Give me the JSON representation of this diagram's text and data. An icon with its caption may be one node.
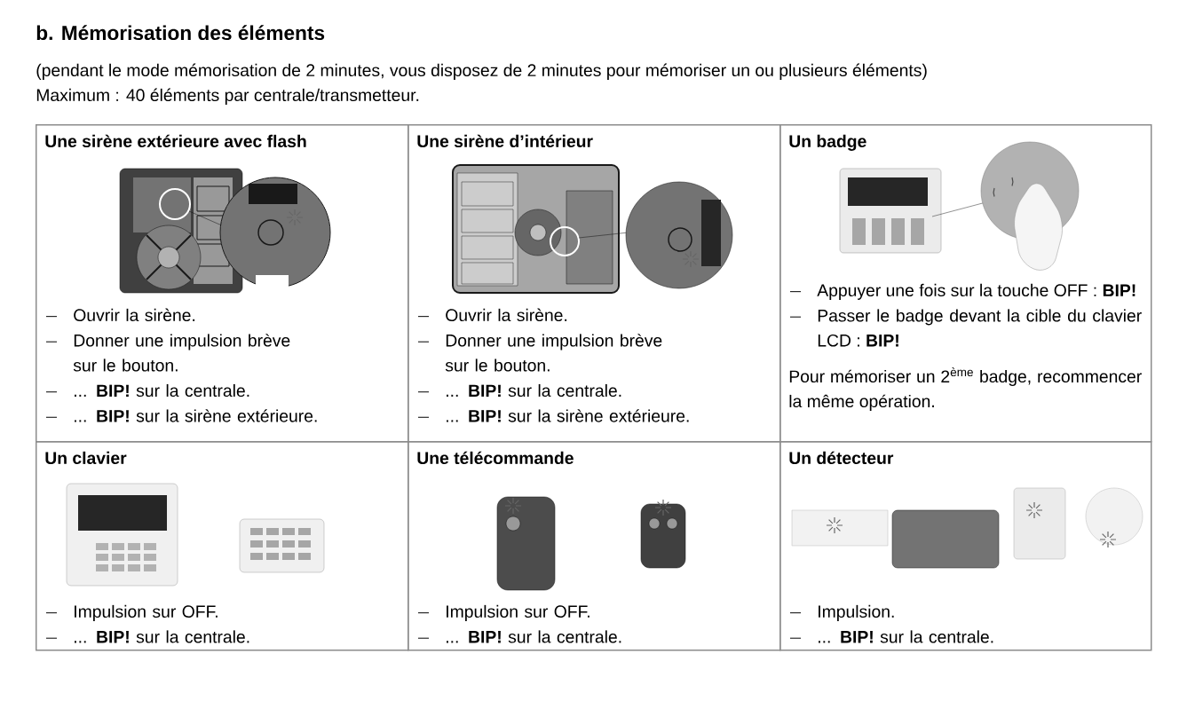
{
  "diagram": {
    "title": "b. Mémorisation des éléments",
    "nodes": [
      {
        "text": [
          "Une sirène extérieure avec flash",
          "Ouvrir la sirène.",
          "Donner une impulsion brève sur le bouton.",
          "... **BIP!** sur la centrale.",
          "... **BIP!** sur la sirène extérieure."
        ]
      },
      {
        "text": [
          "Une sirène d’intérieur",
          "Ouvrir la sirène.",
          "Donner une impulsion brève sur le bouton.",
          "... **BIP!** sur la centrale.",
          "... **BIP!** sur la sirène extérieure."
        ]
      },
      {
        "text": [
          "Un badge",
          "Appuyer une fois sur la touche OFF : **BIP!**",
          "Passer le badge devant la cible du clavier LCD : **BIP!**",
          "Pour mémoriser un 2$^{ème}$ badge, recommencer la même opération."
        ]
      },
      {
        "text": [
          "Un clavier",
          "Impulsion sur OFF.",
          "... **BIP!** sur la centrale."
        ]
      },
      {
        "text": [
          "Une télécommande",
          "Impulsion sur OFF.",
          "... **BIP!** sur la centrale."
        ]
      },
      {
        "text": [
          "Un détecteur",
          "Impulsion.",
          "... **BIP!** sur la centrale."
        ]
      }
    ],
    "labels": [
      "(pendant le mode mémorisation de 2 minutes, vous disposez de 2 minutes pour mémoriser un ou plusieurs éléments)",
      "Maximum : 40 éléments par centrale/transmetteur."
    ]
  }
}
